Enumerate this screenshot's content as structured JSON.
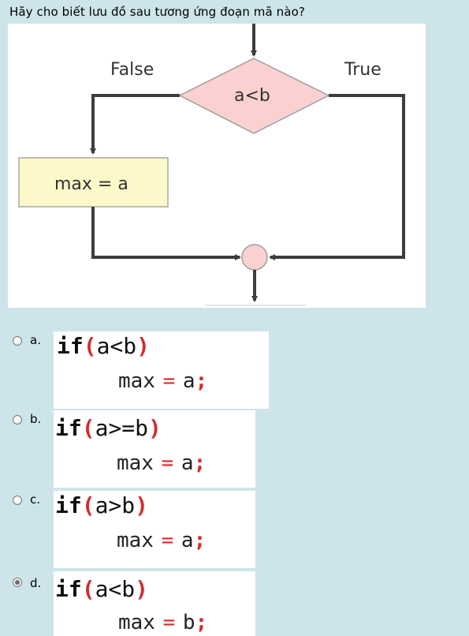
{
  "question": "Hãy cho biết lưu đồ sau tương ứng đoạn mã nào?",
  "flowchart": {
    "decision": "a<b",
    "false_label": "False",
    "true_label": "True",
    "process": "max = a"
  },
  "options": [
    {
      "letter": "a.",
      "keyword": "if",
      "cond": "a<b",
      "var": "max",
      "eq": "=",
      "value": "a",
      "semicolon": ";",
      "selected": false
    },
    {
      "letter": "b.",
      "keyword": "if",
      "cond": "a>=b",
      "var": "max",
      "eq": "=",
      "value": "a",
      "semicolon": ";",
      "selected": false
    },
    {
      "letter": "c.",
      "keyword": "if",
      "cond": "a>b",
      "var": "max",
      "eq": "=",
      "value": "a",
      "semicolon": ";",
      "selected": false
    },
    {
      "letter": "d.",
      "keyword": "if",
      "cond": "a<b",
      "var": "max",
      "eq": "=",
      "value": "b",
      "semicolon": ";",
      "selected": true
    }
  ],
  "paren_open": "(",
  "paren_close": ")"
}
